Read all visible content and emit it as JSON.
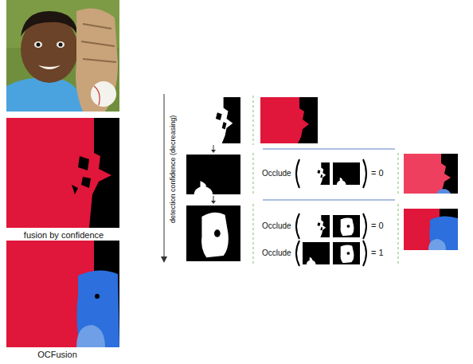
{
  "diagram": {
    "labels": [
      "fusion by confidence",
      "OCFusion",
      "detection confidence (decreasing)",
      "Occlude",
      "= 0",
      "Occlude",
      "= 0",
      "Occlude",
      "= 1"
    ]
  }
}
